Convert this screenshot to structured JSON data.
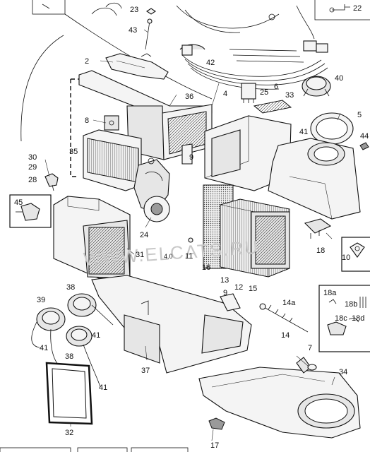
{
  "callouts": {
    "c2": "2",
    "c4": "4",
    "c5": "5",
    "c6": "6",
    "c7": "7",
    "c8": "8",
    "c9a": "9",
    "c9b": "9",
    "c10": "10",
    "c11": "11",
    "c12": "12",
    "c13": "13",
    "c14": "14",
    "c14a": "14a",
    "c15": "15",
    "c16": "16",
    "c17": "17",
    "c18": "18",
    "c18a": "18a",
    "c18b": "18b",
    "c18c": "18c",
    "c18d": "18d",
    "c22": "22",
    "c23": "23",
    "c24": "24",
    "c25": "25",
    "c28": "28",
    "c29": "29",
    "c30": "30",
    "c31": "31",
    "c32": "32",
    "c33": "33",
    "c34": "34",
    "c35": "35",
    "c36": "36",
    "c37": "37",
    "c38a": "38",
    "c38b": "38",
    "c39": "39",
    "c40": "40",
    "c41a": "41",
    "c41b": "41",
    "c41c": "41",
    "c41d": "41",
    "c42": "42",
    "c43": "43",
    "c44": "44",
    "c45": "45"
  },
  "watermark": "WWW.ELCATS.RU",
  "ref_code": "4.0"
}
